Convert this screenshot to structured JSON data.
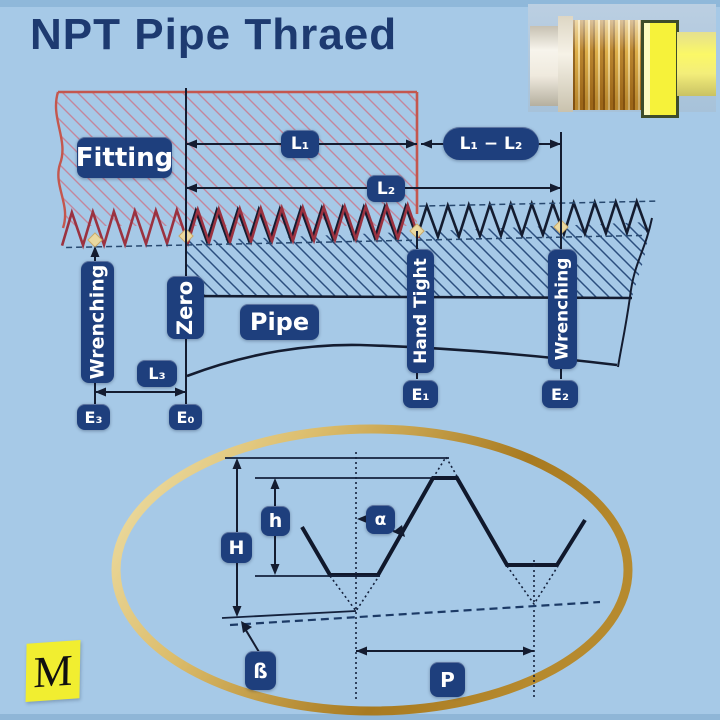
{
  "title": "NPT Pipe Thraed",
  "logo": "M",
  "colors": {
    "background": "#a6c9e7",
    "label_navy": "#1e3f7d",
    "fitting_outline_red": "#c4574e",
    "thread_red": "#9b3240",
    "line_dark": "#141c30",
    "hatch_blue": "#2b4e7e",
    "gold_ring": "#b68a2e",
    "logo_yellow": "#f1ee30"
  },
  "engagement": {
    "fitting": "Fitting",
    "pipe": "Pipe",
    "zero": "Zero",
    "hand_tight": "Hand Tight",
    "wrenching_left": "Wrenching",
    "wrenching_right": "Wrenching",
    "dims": {
      "l1": "L₁",
      "l2": "L₂",
      "l1_minus_l2": "L₁ − L₂",
      "l3": "L₃"
    },
    "points": {
      "e0": "E₀",
      "e1": "E₁",
      "e2": "E₂",
      "e3": "E₃"
    }
  },
  "profile": {
    "height_sharp": "H",
    "height_truncated": "h",
    "half_angle": "α",
    "taper_angle": "ß",
    "pitch": "P"
  }
}
